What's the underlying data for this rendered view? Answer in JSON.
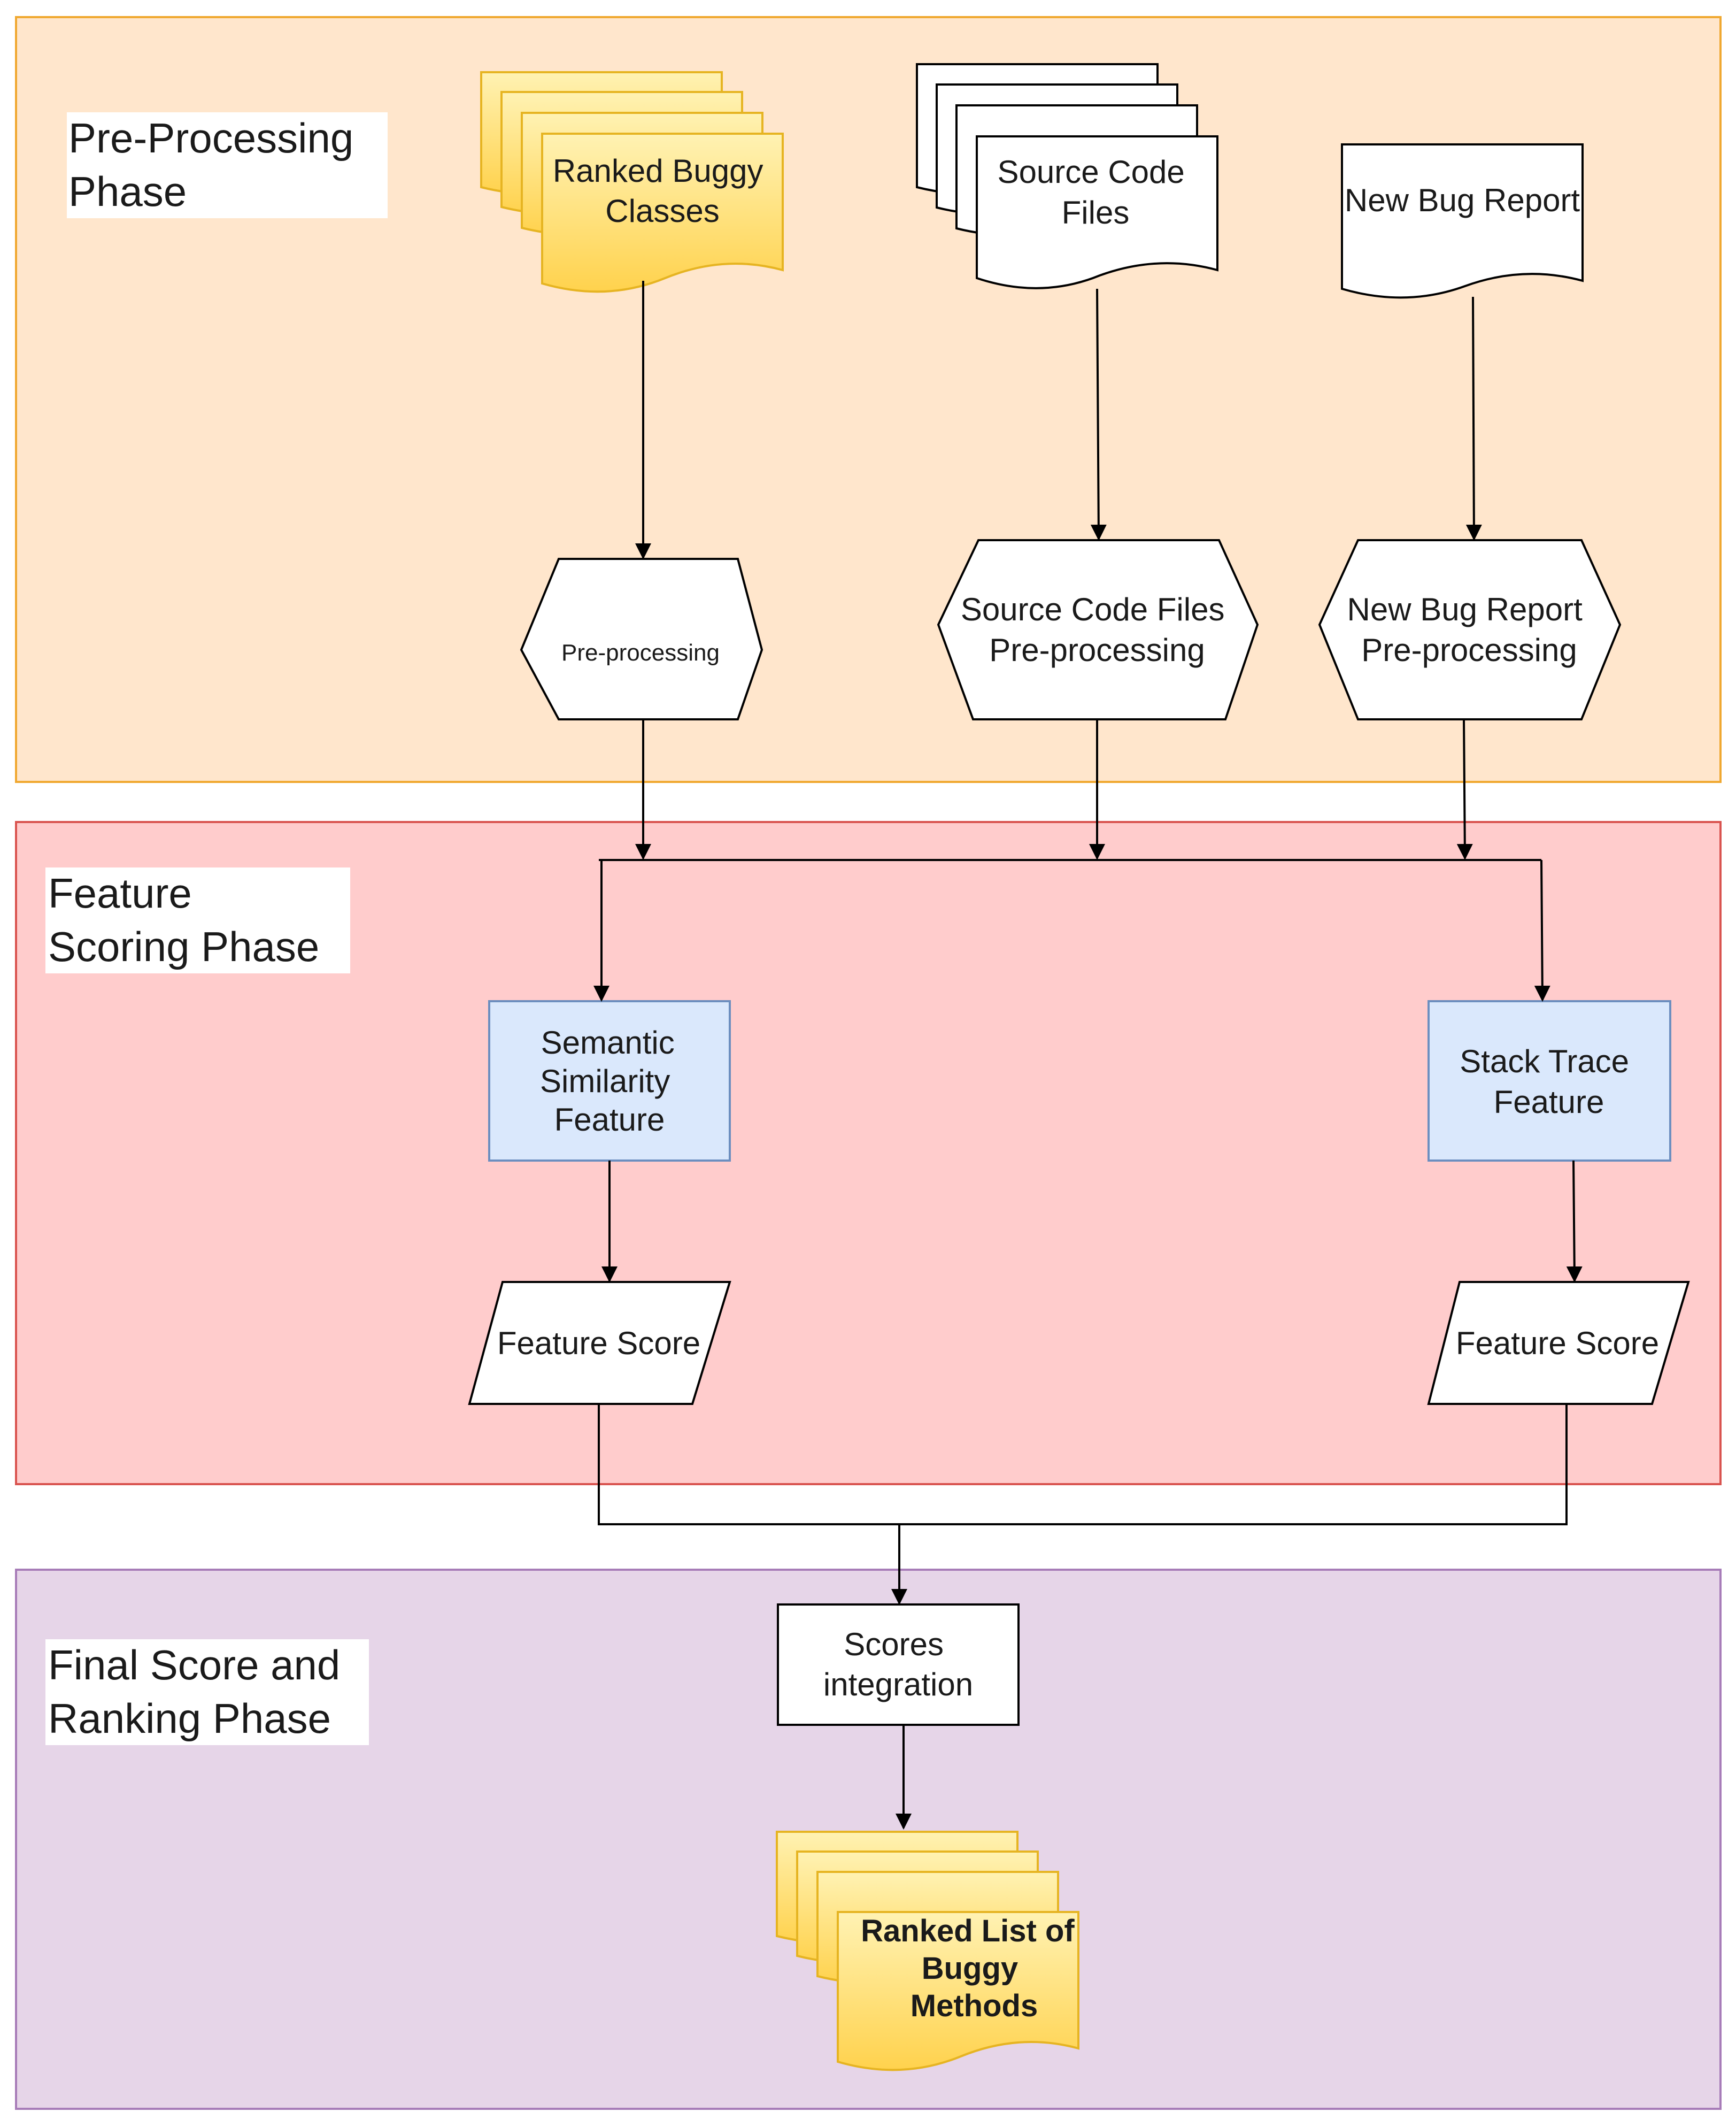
{
  "phases": {
    "preprocessing": {
      "label_line1": "Pre-Processing",
      "label_line2": "Phase",
      "fill": "#ffe6cc",
      "stroke": "#f0a830"
    },
    "feature_scoring": {
      "label_line1": "Feature",
      "label_line2": "Scoring Phase",
      "fill": "#ffcccc",
      "stroke": "#d9534f"
    },
    "final": {
      "label_line1": "Final Score and",
      "label_line2": "Ranking Phase",
      "fill": "#e6d5e8",
      "stroke": "#a77cb8"
    }
  },
  "inputs": {
    "ranked_buggy_classes": {
      "line1": "Ranked Buggy",
      "line2": "Classes",
      "fill": "#ffd966"
    },
    "source_code_files": {
      "line1": "Source Code",
      "line2": "Files"
    },
    "new_bug_report": {
      "line1": "New Bug Report"
    }
  },
  "preprocessing_steps": {
    "classes": {
      "line1": "Pre-processing"
    },
    "source": {
      "line1": "Source Code Files",
      "line2": "Pre-processing"
    },
    "bug_report": {
      "line1": "New Bug Report",
      "line2": "Pre-processing"
    }
  },
  "features": {
    "semantic": {
      "line1": "Semantic",
      "line2": "Similarity",
      "line3": "Feature",
      "fill": "#dae8fc"
    },
    "stack_trace": {
      "line1": "Stack Trace",
      "line2": "Feature",
      "fill": "#dae8fc"
    }
  },
  "scores": {
    "left": {
      "label": "Feature Score"
    },
    "right": {
      "label": "Feature Score"
    }
  },
  "integration": {
    "line1": "Scores",
    "line2": "integration"
  },
  "output": {
    "line1": "Ranked List of",
    "line2": "Buggy",
    "line3": "Methods",
    "fill": "#ffd966"
  }
}
